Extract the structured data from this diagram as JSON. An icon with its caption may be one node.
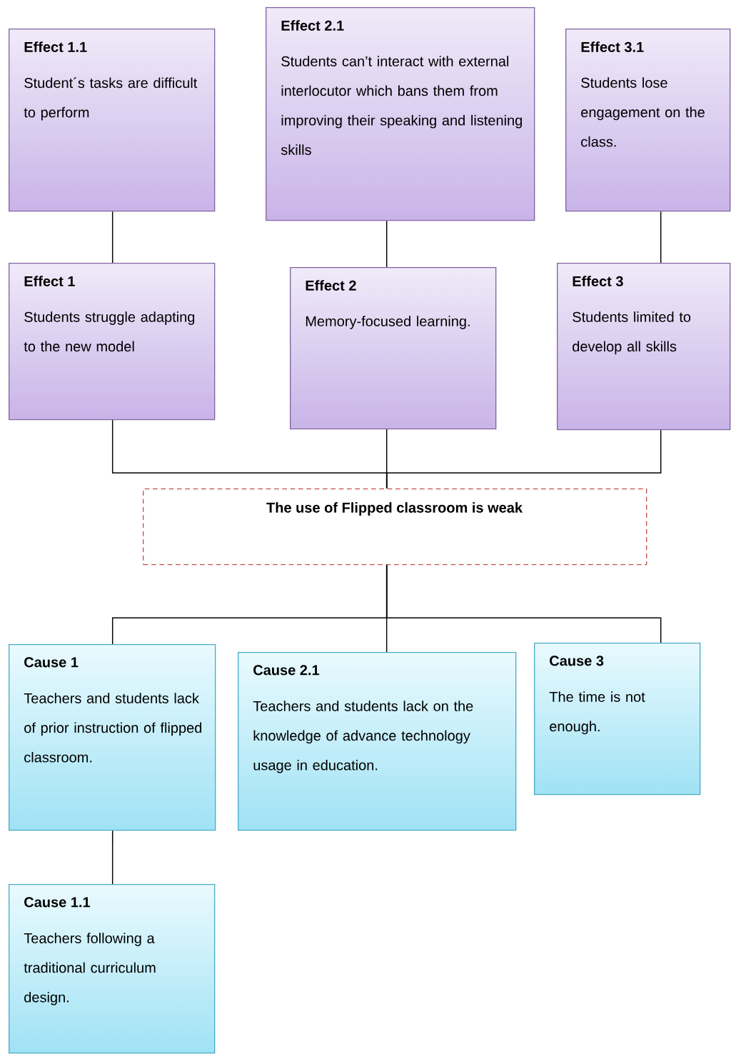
{
  "diagram": {
    "nodes": [
      {
        "text": [
          "Effect 1.1",
          "Student´s tasks are difficult to perform"
        ]
      },
      {
        "text": [
          "Effect 2.1",
          "Students can’t interact with external interlocutor which bans them from improving their speaking and listening skills"
        ]
      },
      {
        "text": [
          "Effect 3.1",
          "Students lose engagement on the class."
        ]
      },
      {
        "text": [
          "Effect 1",
          "Students struggle adapting to the new model"
        ]
      },
      {
        "text": [
          "Effect 2",
          "Memory-focused learning."
        ]
      },
      {
        "text": [
          "Effect 3",
          "Students limited to develop all skills"
        ]
      },
      {
        "text": [
          "The use of Flipped classroom is weak"
        ]
      },
      {
        "text": [
          "Cause 1",
          "Teachers and students lack of prior instruction of flipped classroom."
        ]
      },
      {
        "text": [
          "Cause 2.1",
          "Teachers and students lack on the knowledge of advance technology usage in education."
        ]
      },
      {
        "text": [
          "Cause 3",
          "The time is not enough."
        ]
      },
      {
        "text": [
          "Cause 1.1",
          "Teachers following a traditional curriculum design."
        ]
      }
    ],
    "edges": [
      {
        "from": 0,
        "to": 3,
        "arrow": "none"
      },
      {
        "from": 1,
        "to": 4,
        "arrow": "none"
      },
      {
        "from": 2,
        "to": 5,
        "arrow": "none"
      },
      {
        "from": 3,
        "to": 6,
        "arrow": "none"
      },
      {
        "from": 4,
        "to": 6,
        "arrow": "none"
      },
      {
        "from": 5,
        "to": 6,
        "arrow": "none"
      },
      {
        "from": 6,
        "to": 7,
        "arrow": "none"
      },
      {
        "from": 6,
        "to": 8,
        "arrow": "none"
      },
      {
        "from": 6,
        "to": 9,
        "arrow": "none"
      },
      {
        "from": 7,
        "to": 10,
        "arrow": "none"
      }
    ]
  }
}
